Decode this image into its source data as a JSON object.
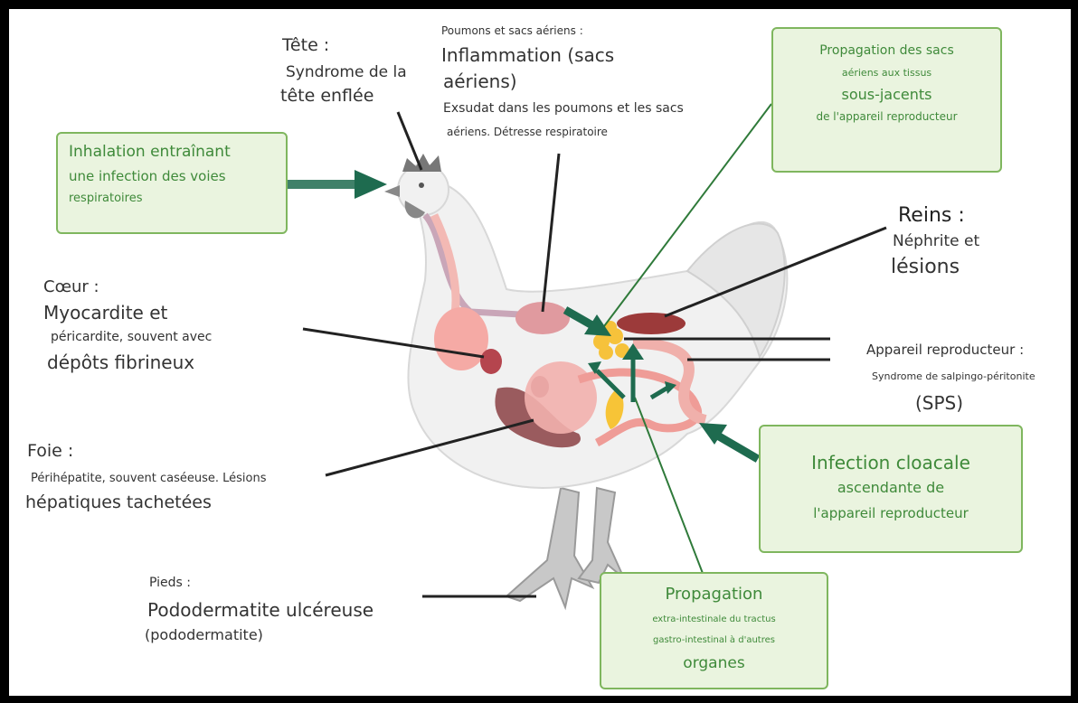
{
  "tete": {
    "title": "Tête :",
    "l1": "Syndrome de la",
    "l2": "tête enflée"
  },
  "poumons": {
    "title": "Poumons et sacs aériens :",
    "l1": "Inflammation (sacs",
    "l2": "aériens)",
    "l3": "Exsudat dans les poumons et les sacs",
    "l4": "aériens. Détresse respiratoire"
  },
  "inhalation": {
    "l1": "Inhalation entraînant",
    "l2": "une infection des voies",
    "l3": "respiratoires"
  },
  "propagation_sacs": {
    "l1": "Propagation des sacs",
    "l2": "aériens aux tissus",
    "l3": "sous-jacents",
    "l4": "de l'appareil reproducteur"
  },
  "reins": {
    "title": "Reins :",
    "l1": "Néphrite et",
    "l2": "lésions"
  },
  "coeur": {
    "title": "Cœur :",
    "l1": "Myocardite et",
    "l2": "péricardite, souvent avec",
    "l3": "dépôts fibrineux"
  },
  "appareil": {
    "title": "Appareil reproducteur :",
    "l1": "Syndrome de salpingo-péritonite",
    "l2": "(SPS)"
  },
  "foie": {
    "title": "Foie :",
    "l1": "Périhépatite, souvent caséeuse. Lésions",
    "l2": "hépatiques tachetées"
  },
  "cloacale": {
    "l1": "Infection cloacale",
    "l2": "ascendante de",
    "l3": "l'appareil reproducteur"
  },
  "pieds": {
    "title": "Pieds :",
    "l1": "Pododermatite ulcéreuse",
    "l2": "(pododermatite)"
  },
  "propagation_intest": {
    "l1": "Propagation",
    "l2": "extra-intestinale du tractus",
    "l3": "gastro-intestinal à d'autres",
    "l4": "organes"
  },
  "colors": {
    "box_fill": "#eaf4df",
    "box_border": "#7fb65e",
    "box_text": "#3f8a3a",
    "arrow": "#1e6b4f",
    "line_dark": "#222222",
    "line_green": "#2f7a3a"
  }
}
